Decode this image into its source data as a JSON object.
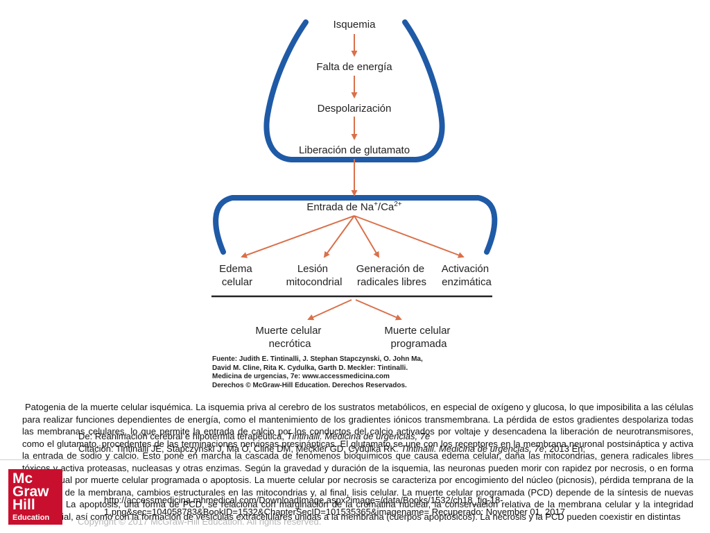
{
  "diagram": {
    "nodes": {
      "isquemia": "Isquemia",
      "falta": "Falta de energía",
      "despol": "Despolarización",
      "liberacion": "Liberación de glutamato",
      "entrada_base": "Entrada de Na",
      "entrada_sup1": "+",
      "entrada_mid": "/Ca",
      "entrada_sup2": "2+",
      "edema": [
        "Edema",
        "celular"
      ],
      "lesion": [
        "Lesión",
        "mitocondrial"
      ],
      "generacion": [
        "Generación de",
        "radicales libres"
      ],
      "activacion": [
        "Activación",
        "enzimática"
      ],
      "muerte_necrotica": [
        "Muerte celular",
        "necrótica"
      ],
      "muerte_programada": [
        "Muerte celular",
        "programada"
      ]
    },
    "source": [
      "Fuente: Judith E. Tintinalli, J. Stephan Stapczynski, O. John Ma,",
      "David M. Cline, Rita K. Cydulka, Garth D. Meckler: Tintinalli.",
      "Medicina de urgencias, 7e: www.accessmedicina.com",
      "Derechos © McGraw-Hill Education. Derechos Reservados."
    ],
    "colors": {
      "arc": "#1f5aa6",
      "arrow": "#d9704a",
      "divider": "#222222"
    }
  },
  "caption": "Patogenia de la muerte celular isquémica. La isquemia priva al cerebro de los sustratos metabólicos, en especial de oxígeno y glucosa, lo que imposibilita a las células para realizar funciones dependientes de energía, como el mantenimiento de los gradientes iónicos transmembrana. La pérdida de estos gradientes despolariza todas las membranas celulares, lo que permite la entrada de calcio por los conductos del calcio activados por voltaje y desencadena la liberación de neurotransmisores, como el glutamato, procedentes de las terminaciones nerviosas presinápticas. El glutamato se une con los receptores en la membrana neuronal postsináptica y activa la entrada de sodio y calcio. Esto pone en marcha la cascada de fenómenos bioquímicos que causa edema celular, daña las mitocondrias, genera radicales libres tóxicos y activa proteasas, nucleasas y otras enzimas. Según la gravedad y duración de la isquemia, las neuronas pueden morir con rapidez por necrosis, o en forma más gradual por muerte celular programada o apoptosis. La muerte celular por necrosis se caracteriza por encogimiento del núcleo (picnosis), pérdida temprana de la integridad de la membrana, cambios estructurales en las mitocondrias y, al final, lisis celular. La muerte celular programada (PCD) depende de la síntesis de nuevas proteínas. La apoptosis, una forma de PCD, se relaciona con marginación de la cromatina nuclear, la conservación relativa de la membrana celular y la integridad mitocondrial, así como con la formación de vesículas extracelulares unidas a la membrana (cuerpos apoptósicos). La necrosis y la PCD pueden coexistir en distintas",
  "overlay": {
    "line1_prefix": "De: ",
    "line1_title": "Reanimación cerebral e hipotermia terapéutica",
    "line1_mid": ", ",
    "line1_book": "Tintinalli. Medicina de urgencias, 7e",
    "line2_prefix": "Citación: Tintinalli JE, Stapczynski J, Ma O, Cline DM, Meckler GD, Cydulka RK. ",
    "line2_book": "Tintinalli. Medicina de urgencias, 7e",
    "line2_suffix": "; 2013 En:",
    "line3": "http://accessmedicina.mhmedical.com/DownloadImage.aspx?image=/data/Books/1532/ch18_fig-18-",
    "line4": "1.png&sec=104058783&BookID=1532&ChapterSecID=101535365&imagename= Recuperado: November 01, 2017"
  },
  "logo": {
    "line1": "Mc",
    "line2": "Graw",
    "line3": "Hill",
    "line4": "Education"
  },
  "copyright": "Copyright © 2017 McGraw-Hill Education. All rights reserved."
}
